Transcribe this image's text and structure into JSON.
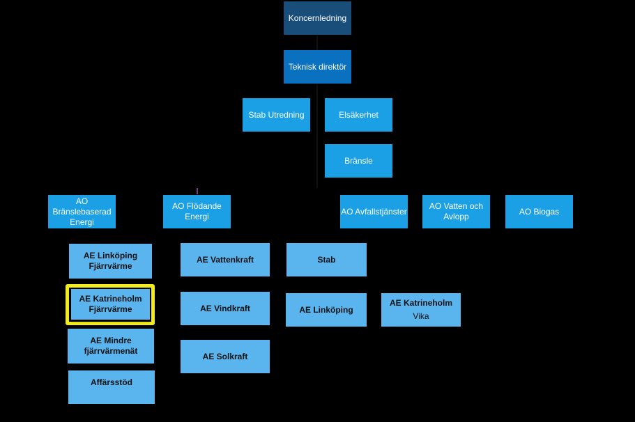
{
  "org_chart": {
    "top": {
      "koncernledning": "Koncernledning",
      "teknisk_direktor": "Teknisk direktör"
    },
    "staff": {
      "stab_utredning": "Stab Utredning",
      "elsakerhet": "Elsäkerhet",
      "bransle": "Bränsle"
    },
    "business_areas": {
      "ao_branslebaserad": [
        "AO",
        "Bränslebaserad",
        "Energi"
      ],
      "ao_flodande": [
        "AO Flödande",
        "Energi"
      ],
      "ao_avfall": "AO Avfallstjänster",
      "ao_vatten": [
        "AO Vatten och",
        "Avlopp"
      ],
      "ao_biogas": "AO Biogas"
    },
    "units": {
      "ae_linkoping_fjv": [
        "AE Linköping",
        "Fjärrvärme"
      ],
      "ae_katrineholm_fjv": [
        "AE Katrineholm",
        "Fjärrvärme"
      ],
      "ae_mindre": [
        "AE Mindre",
        "fjärrvärmenät"
      ],
      "affarsstod": "Affärsstöd",
      "ae_vattenkraft": "AE Vattenkraft",
      "ae_vindkraft": "AE Vindkraft",
      "ae_solkraft": "AE Solkraft",
      "stab": "Stab",
      "ae_linkoping": "AE Linköping",
      "ae_katrineholm_vika": [
        "AE Katrineholm",
        "Vika"
      ]
    }
  },
  "colors": {
    "background": "#000000",
    "top_box": "#1a4e7a",
    "director_box": "#0a70c0",
    "level_box": "#1ba0e6",
    "unit_box": "#5ab4ee",
    "highlight": "#f2ec1d"
  }
}
